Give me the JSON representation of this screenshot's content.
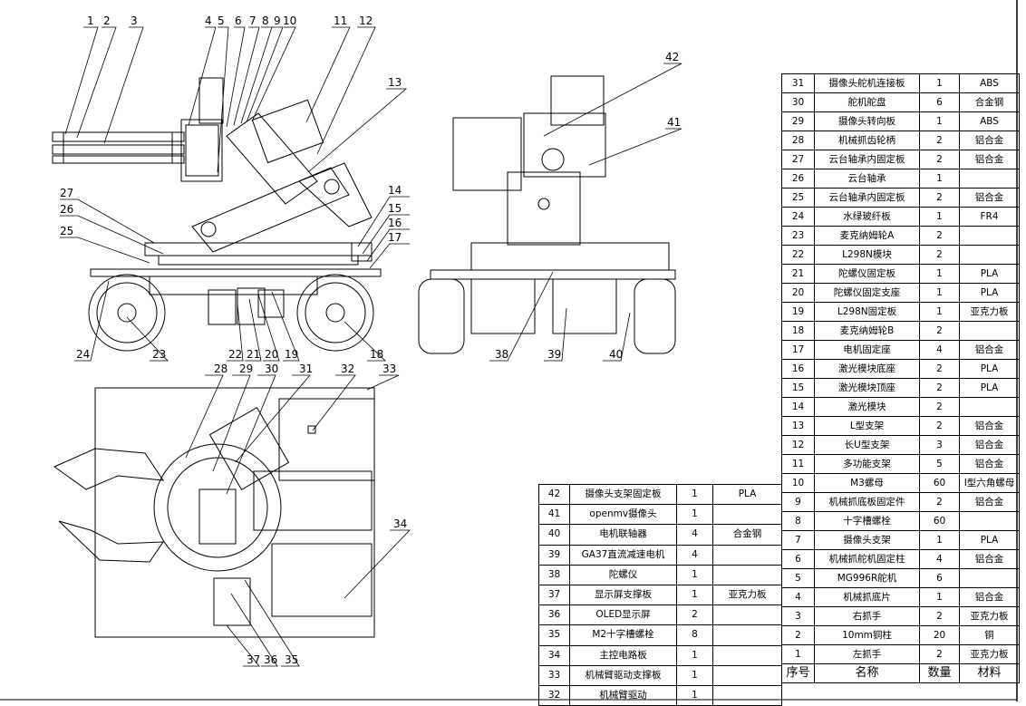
{
  "bom_right": {
    "header": {
      "no": "序号",
      "name": "名称",
      "qty": "数量",
      "mat": "材料"
    },
    "rows": [
      {
        "no": "31",
        "name": "摄像头舵机连接板",
        "qty": "1",
        "mat": "ABS"
      },
      {
        "no": "30",
        "name": "舵机舵盘",
        "qty": "6",
        "mat": "合金钢"
      },
      {
        "no": "29",
        "name": "摄像头转向板",
        "qty": "1",
        "mat": "ABS"
      },
      {
        "no": "28",
        "name": "机械抓齿轮柄",
        "qty": "2",
        "mat": "铝合金"
      },
      {
        "no": "27",
        "name": "云台轴承内固定板",
        "qty": "2",
        "mat": "铝合金"
      },
      {
        "no": "26",
        "name": "云台轴承",
        "qty": "1",
        "mat": ""
      },
      {
        "no": "25",
        "name": "云台轴承内固定板",
        "qty": "2",
        "mat": "铝合金"
      },
      {
        "no": "24",
        "name": "水绿玻纤板",
        "qty": "1",
        "mat": "FR4"
      },
      {
        "no": "23",
        "name": "麦克纳姆轮A",
        "qty": "2",
        "mat": ""
      },
      {
        "no": "22",
        "name": "L298N模块",
        "qty": "2",
        "mat": ""
      },
      {
        "no": "21",
        "name": "陀螺仪固定板",
        "qty": "1",
        "mat": "PLA"
      },
      {
        "no": "20",
        "name": "陀螺仪固定支座",
        "qty": "1",
        "mat": "PLA"
      },
      {
        "no": "19",
        "name": "L298N固定板",
        "qty": "1",
        "mat": "亚克力板"
      },
      {
        "no": "18",
        "name": "麦克纳姆轮B",
        "qty": "2",
        "mat": ""
      },
      {
        "no": "17",
        "name": "电机固定座",
        "qty": "4",
        "mat": "铝合金"
      },
      {
        "no": "16",
        "name": "激光模块底座",
        "qty": "2",
        "mat": "PLA"
      },
      {
        "no": "15",
        "name": "激光模块顶座",
        "qty": "2",
        "mat": "PLA"
      },
      {
        "no": "14",
        "name": "激光模块",
        "qty": "2",
        "mat": ""
      },
      {
        "no": "13",
        "name": "L型支架",
        "qty": "2",
        "mat": "铝合金"
      },
      {
        "no": "12",
        "name": "长U型支架",
        "qty": "3",
        "mat": "铝合金"
      },
      {
        "no": "11",
        "name": "多功能支架",
        "qty": "5",
        "mat": "铝合金"
      },
      {
        "no": "10",
        "name": "M3螺母",
        "qty": "60",
        "mat": "I型六角螺母"
      },
      {
        "no": "9",
        "name": "机械抓底板固定件",
        "qty": "2",
        "mat": "铝合金"
      },
      {
        "no": "8",
        "name": "十字槽螺栓",
        "qty": "60",
        "mat": ""
      },
      {
        "no": "7",
        "name": "摄像头支架",
        "qty": "1",
        "mat": "PLA"
      },
      {
        "no": "6",
        "name": "机械抓舵机固定柱",
        "qty": "4",
        "mat": "铝合金"
      },
      {
        "no": "5",
        "name": "MG996R舵机",
        "qty": "6",
        "mat": ""
      },
      {
        "no": "4",
        "name": "机械抓底片",
        "qty": "1",
        "mat": "铝合金"
      },
      {
        "no": "3",
        "name": "右抓手",
        "qty": "2",
        "mat": "亚克力板"
      },
      {
        "no": "2",
        "name": "10mm铜柱",
        "qty": "20",
        "mat": "铜"
      },
      {
        "no": "1",
        "name": "左抓手",
        "qty": "2",
        "mat": "亚克力板"
      }
    ]
  },
  "bom_left": {
    "rows": [
      {
        "no": "42",
        "name": "摄像头支架固定板",
        "qty": "1",
        "mat": "PLA"
      },
      {
        "no": "41",
        "name": "openmv摄像头",
        "qty": "1",
        "mat": ""
      },
      {
        "no": "40",
        "name": "电机联轴器",
        "qty": "4",
        "mat": "合金钢"
      },
      {
        "no": "39",
        "name": "GA37直流减速电机",
        "qty": "4",
        "mat": ""
      },
      {
        "no": "38",
        "name": "陀螺仪",
        "qty": "1",
        "mat": ""
      },
      {
        "no": "37",
        "name": "显示屏支撑板",
        "qty": "1",
        "mat": "亚克力板"
      },
      {
        "no": "36",
        "name": "OLED显示屏",
        "qty": "2",
        "mat": ""
      },
      {
        "no": "35",
        "name": "M2十字槽螺栓",
        "qty": "8",
        "mat": ""
      },
      {
        "no": "34",
        "name": "主控电路板",
        "qty": "1",
        "mat": ""
      },
      {
        "no": "33",
        "name": "机械臂驱动支撑板",
        "qty": "1",
        "mat": ""
      },
      {
        "no": "32",
        "name": "机械臂驱动",
        "qty": "1",
        "mat": ""
      }
    ]
  },
  "balloons": {
    "b1": "1",
    "b2": "2",
    "b3": "3",
    "b4": "4",
    "b5": "5",
    "b6": "6",
    "b7": "7",
    "b8": "8",
    "b9": "9",
    "b10": "10",
    "b11": "11",
    "b12": "12",
    "b13": "13",
    "b14": "14",
    "b15": "15",
    "b16": "16",
    "b17": "17",
    "b18": "18",
    "b19": "19",
    "b20": "20",
    "b21": "21",
    "b22": "22",
    "b23": "23",
    "b24": "24",
    "b25": "25",
    "b26": "26",
    "b27": "27",
    "b28": "28",
    "b29": "29",
    "b30": "30",
    "b31": "31",
    "b32": "32",
    "b33": "33",
    "b34": "34",
    "b35": "35",
    "b36": "36",
    "b37": "37",
    "b38": "38",
    "b39": "39",
    "b40": "40",
    "b41": "41",
    "b42": "42"
  }
}
